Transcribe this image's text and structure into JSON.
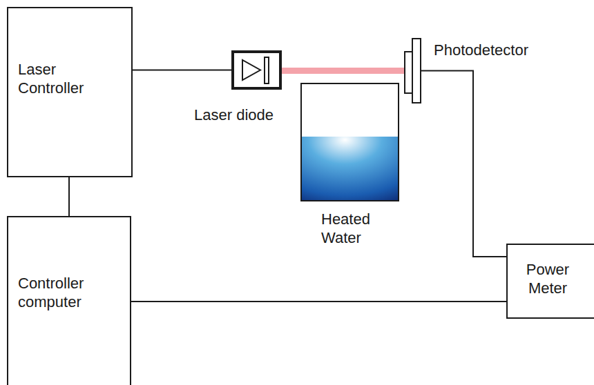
{
  "diagram": {
    "nodes": [
      {
        "text": [
          "Laser Controller"
        ]
      },
      {
        "text": [
          "Controller computer"
        ]
      },
      {
        "text": [
          "Laser diode"
        ]
      },
      {
        "text": [
          "Photodetector"
        ]
      },
      {
        "text": [
          "Heated Water"
        ]
      },
      {
        "text": [
          "Power Meter"
        ]
      }
    ],
    "edges": [
      {
        "from": 0,
        "to": 2,
        "arrow": "none"
      },
      {
        "from": 0,
        "to": 1,
        "arrow": "none"
      },
      {
        "from": 2,
        "to": 3,
        "arrow": "none"
      },
      {
        "from": 3,
        "to": 5,
        "arrow": "none"
      },
      {
        "from": 1,
        "to": 5,
        "arrow": "none"
      }
    ]
  }
}
